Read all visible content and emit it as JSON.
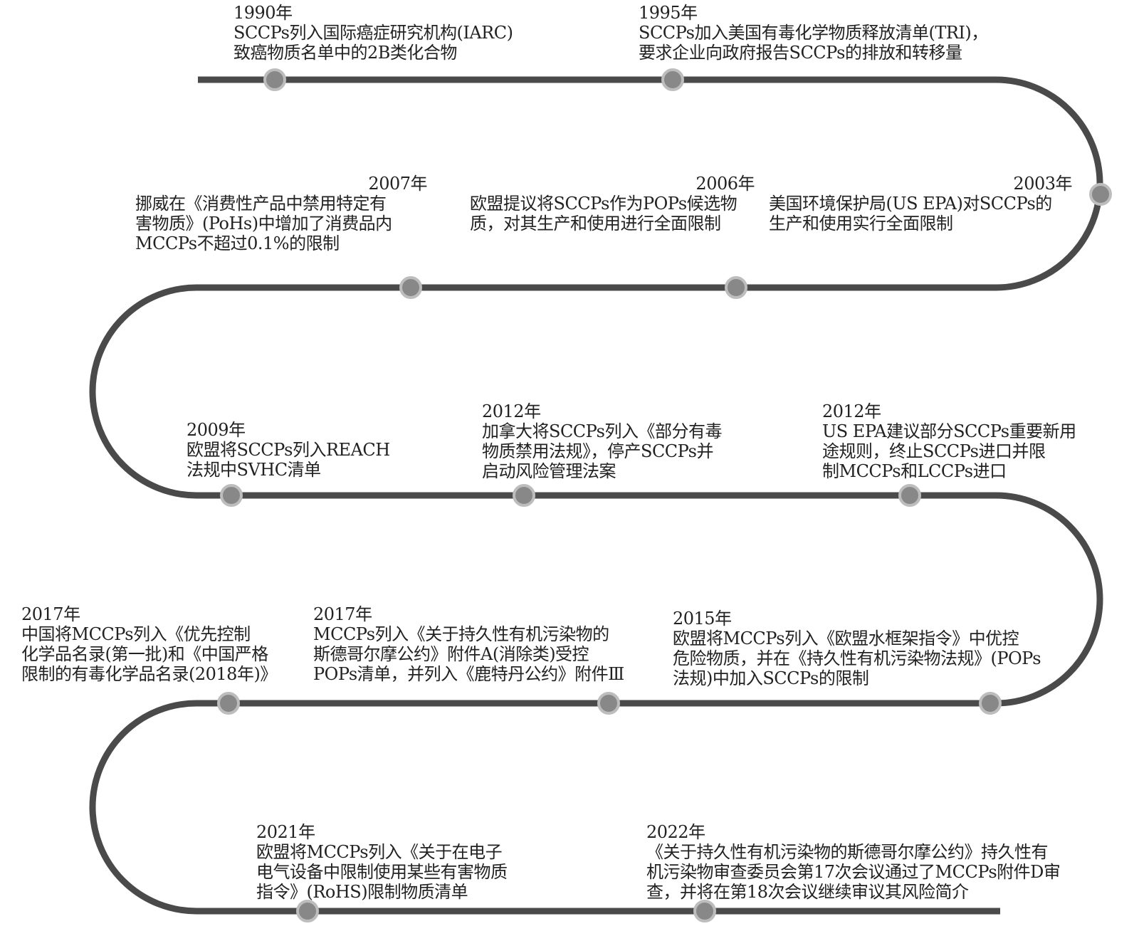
{
  "events": [
    {
      "id": "1990",
      "year": "1990年",
      "text": "SCCPs列入国际癌症研究机构(IARC)\n致癌物质名单中的2B类化合物"
    },
    {
      "id": "1995",
      "year": "1995年",
      "text": "SCCPs加入美国有毒化学物质释放清单(TRI)，\n要求企业向政府报告SCCPs的排放和转移量"
    },
    {
      "id": "2003",
      "year": "2003年",
      "text": "美国环境保护局(US EPA)对SCCPs的\n生产和使用实行全面限制"
    },
    {
      "id": "2006",
      "year": "2006年",
      "text": "欧盟提议将SCCPs作为POPs候选物\n质，对其生产和使用进行全面限制"
    },
    {
      "id": "2007",
      "year": "2007年",
      "text": "挪威在《消费性产品中禁用特定有\n害物质》(PoHs)中增加了消费品内\nMCCPs不超过0.1%的限制"
    },
    {
      "id": "2009",
      "year": "2009年",
      "text": "欧盟将SCCPs列入REACH\n法规中SVHC清单"
    },
    {
      "id": "2012a",
      "year": "2012年",
      "text": "加拿大将SCCPs列入《部分有毒\n物质禁用法规》，停产SCCPs并\n启动风险管理法案"
    },
    {
      "id": "2012b",
      "year": "2012年",
      "text": "US EPA建议部分SCCPs重要新用\n途规则，终止SCCPs进口并限\n制MCCPs和LCCPs进口"
    },
    {
      "id": "2015",
      "year": "2015年",
      "text": "欧盟将MCCPs列入《欧盟水框架指令》中优控\n危险物质，并在《持久性有机污染物法规》(POPs\n法规)中加入SCCPs的限制"
    },
    {
      "id": "2017b",
      "year": "2017年",
      "text": "MCCPs列入《关于持久性有机污染物的\n斯德哥尔摩公约》附件A(消除类)受控\nPOPs清单，并列入《鹿特丹公约》附件Ⅲ"
    },
    {
      "id": "2017a",
      "year": "2017年",
      "text": "中国将MCCPs列入《优先控制\n化学品名录(第一批)和《中国严格\n限制的有毒化学品名录(2018年)》"
    },
    {
      "id": "2021",
      "year": "2021年",
      "text": "欧盟将MCCPs列入《关于在电子\n电气设备中限制使用某些有害物质\n指令》(RoHS)限制物质清单"
    },
    {
      "id": "2022",
      "year": "2022年",
      "text": "《关于持久性有机污染物的斯德哥尔摩公约》持久性有\n机污染物审查委员会第17次会议通过了MCCPs附件D审\n查，并将在第18次会议继续审议其风险简介"
    }
  ],
  "colors": {
    "track": "#4a4a4a",
    "node_fill": "#888888",
    "node_stroke": "#bdbdbd",
    "text": "#222222"
  }
}
